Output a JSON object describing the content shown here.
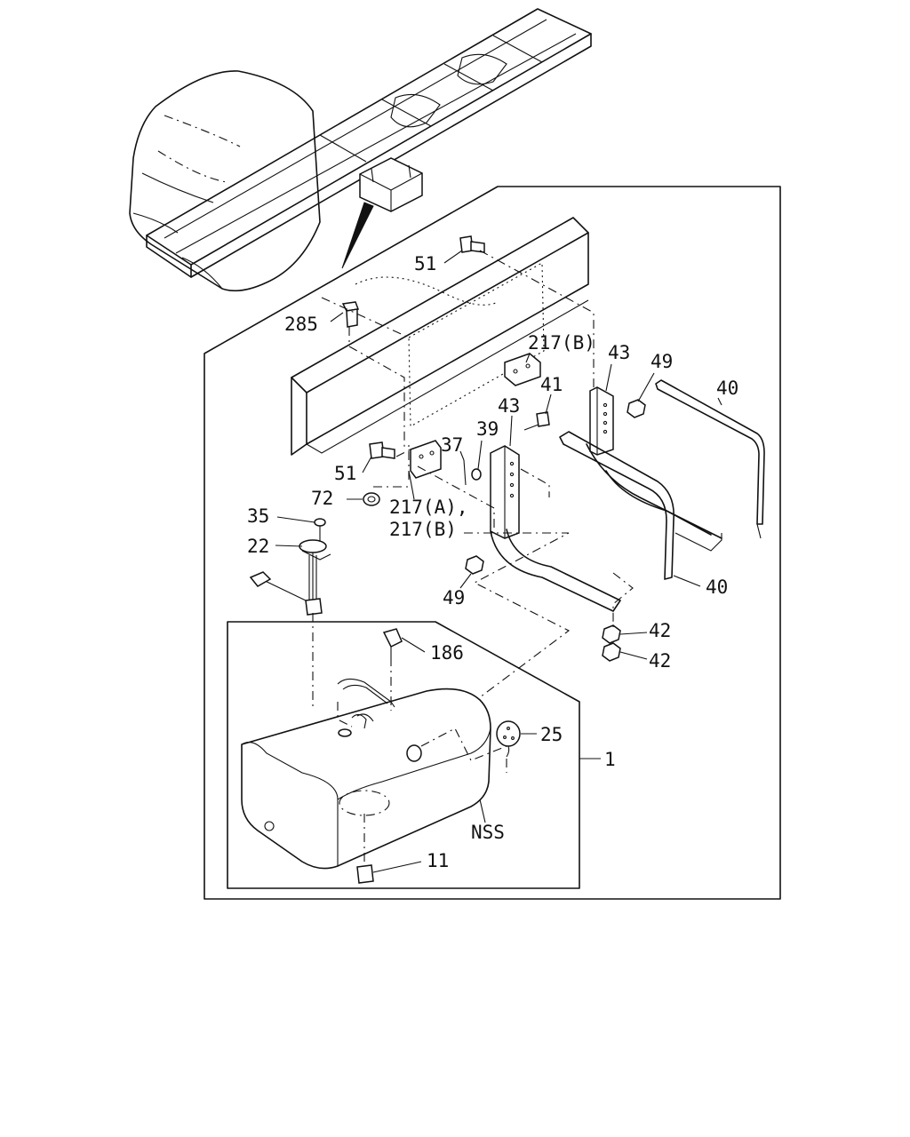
{
  "diagram": {
    "callouts": [
      {
        "id": "c51a",
        "text": "51"
      },
      {
        "id": "c285",
        "text": "285"
      },
      {
        "id": "c217b_top",
        "text": "217(B)"
      },
      {
        "id": "c43a",
        "text": "43"
      },
      {
        "id": "c49a",
        "text": "49"
      },
      {
        "id": "c40a",
        "text": "40"
      },
      {
        "id": "c41",
        "text": "41"
      },
      {
        "id": "c43b",
        "text": "43"
      },
      {
        "id": "c39",
        "text": "39"
      },
      {
        "id": "c37",
        "text": "37"
      },
      {
        "id": "c51b",
        "text": "51"
      },
      {
        "id": "c72",
        "text": "72"
      },
      {
        "id": "c217a",
        "text": "217(A),"
      },
      {
        "id": "c217b",
        "text": "217(B)"
      },
      {
        "id": "c35",
        "text": "35"
      },
      {
        "id": "c22",
        "text": "22"
      },
      {
        "id": "c49b",
        "text": "49"
      },
      {
        "id": "c40b",
        "text": "40"
      },
      {
        "id": "c42a",
        "text": "42"
      },
      {
        "id": "c42b",
        "text": "42"
      },
      {
        "id": "c186",
        "text": "186"
      },
      {
        "id": "c25",
        "text": "25"
      },
      {
        "id": "c1",
        "text": "1"
      },
      {
        "id": "cnss",
        "text": "NSS"
      },
      {
        "id": "c11",
        "text": "11"
      }
    ]
  }
}
